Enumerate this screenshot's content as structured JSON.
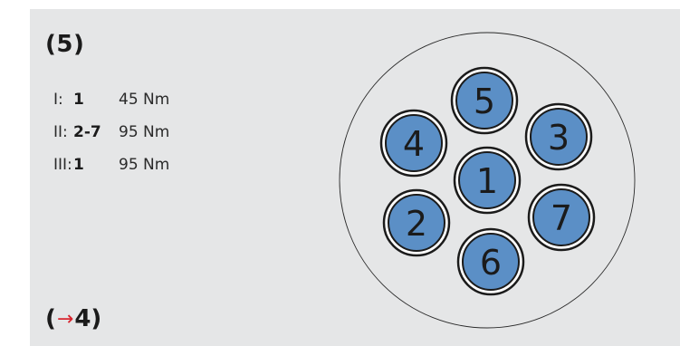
{
  "title": "(5)",
  "steps": [
    {
      "step": "I:",
      "bolts": "1",
      "torque": "45 Nm"
    },
    {
      "step": "II:",
      "bolts": "2-7",
      "torque": "95 Nm"
    },
    {
      "step": "III:",
      "bolts": "1",
      "torque": "95 Nm"
    }
  ],
  "next_reference": {
    "open": "(",
    "arrow": "→",
    "target": "4",
    "close": ")"
  },
  "bolts": [
    {
      "label": "1"
    },
    {
      "label": "2"
    },
    {
      "label": "3"
    },
    {
      "label": "4"
    },
    {
      "label": "5"
    },
    {
      "label": "6"
    },
    {
      "label": "7"
    }
  ],
  "colors": {
    "panel_background": "#e5e6e7",
    "bolt_fill": "#5b8fc6",
    "outline": "#1b1b1b",
    "arrow": "#d8262f"
  }
}
